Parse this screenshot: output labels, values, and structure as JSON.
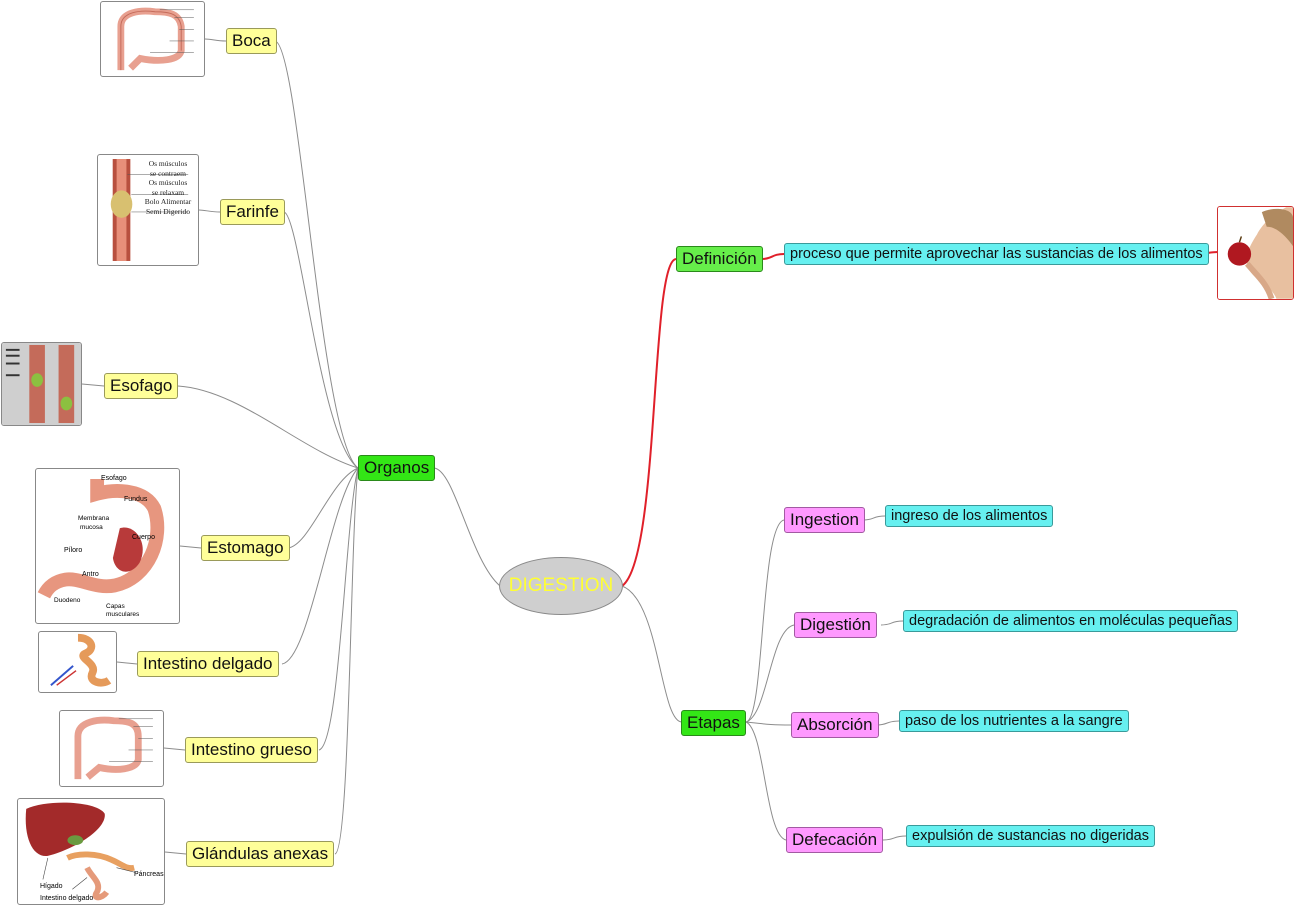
{
  "center": {
    "label": "DIGESTION"
  },
  "organos": {
    "label": "Organos",
    "items": [
      {
        "label": "Boca"
      },
      {
        "label": "Farinfe"
      },
      {
        "label": "Esofago"
      },
      {
        "label": "Estomago"
      },
      {
        "label": "Intestino delgado"
      },
      {
        "label": "Intestino grueso"
      },
      {
        "label": "Glándulas anexas"
      }
    ]
  },
  "definicion": {
    "label": "Definición",
    "text": "proceso que permite aprovechar las sustancias de los alimentos"
  },
  "etapas": {
    "label": "Etapas",
    "items": [
      {
        "label": "Ingestion",
        "text": "ingreso de los alimentos"
      },
      {
        "label": "Digestión",
        "text": "degradación de alimentos en moléculas pequeñas"
      },
      {
        "label": "Absorción",
        "text": "paso de los nutrientes  a la sangre"
      },
      {
        "label": "Defecación",
        "text": "expulsión de sustancias no digeridas"
      }
    ]
  },
  "images": {
    "farinfe": [
      "Os músculos",
      "se contraem",
      "Os músculos",
      "se relaxam",
      "Bolo Alimentar",
      "Semi Digerido"
    ],
    "estomago": [
      "Esofago",
      "Fundus",
      "Membrana",
      "mucosa",
      "Cuerpo",
      "Píloro",
      "Antro",
      "Duodeno",
      "Capas",
      "musculares"
    ],
    "glandulas": [
      "Páncreas",
      "Hígado",
      "Intestino delgado"
    ]
  },
  "colors": {
    "organ_fill": "#ffff99",
    "group_fill": "#33e616",
    "stage_fill": "#ff99ff",
    "desc_fill": "#66f0f0",
    "center_fill": "#cfcfcf",
    "center_text": "#ffff33",
    "definition_link": "#e0202a",
    "link": "#8c8c8c"
  },
  "icons": [
    "colon-diagram-icon",
    "pharynx-diagram-icon",
    "esophagus-diagram-icon",
    "stomach-diagram-icon",
    "small-intestine-icon",
    "liver-pancreas-icon",
    "woman-eating-apple-icon"
  ]
}
